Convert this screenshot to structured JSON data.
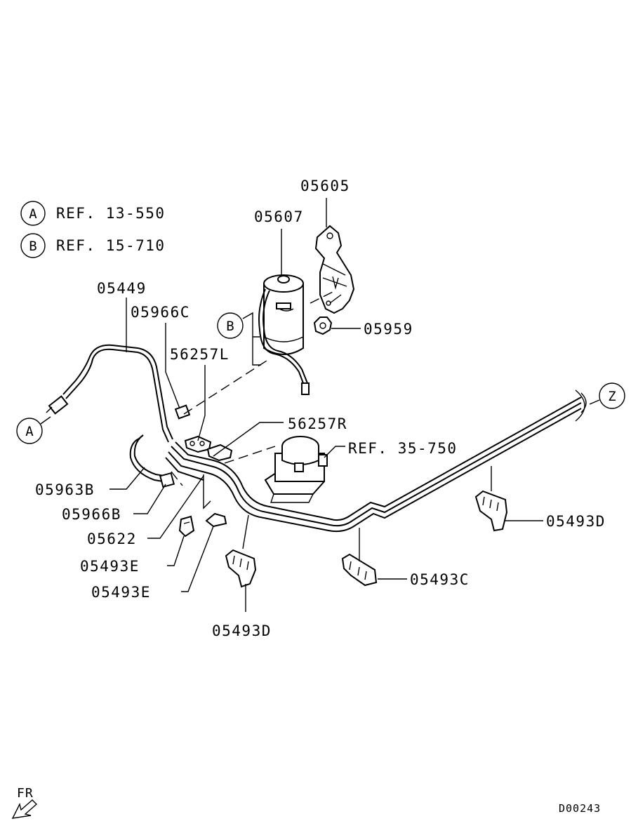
{
  "legend": {
    "a": {
      "marker": "A",
      "text": "REF. 13-550"
    },
    "b": {
      "marker": "B",
      "text": "REF. 15-710"
    }
  },
  "callouts": {
    "p05605": "05605",
    "p05607": "05607",
    "p05449": "05449",
    "p05966c": "05966C",
    "p56257l": "56257L",
    "p05959": "05959",
    "p56257r": "56257R",
    "ref35750": "REF. 35-750",
    "p05963b": "05963B",
    "p05966b": "05966B",
    "p05622": "05622",
    "p05493e_1": "05493E",
    "p05493e_2": "05493E",
    "p05493d_1": "05493D",
    "p05493d_2": "05493D",
    "p05493c": "05493C"
  },
  "markers": {
    "a": "A",
    "b": "B",
    "z": "Z"
  },
  "footer": {
    "direction": "FR",
    "diagram_code": "D00243"
  }
}
